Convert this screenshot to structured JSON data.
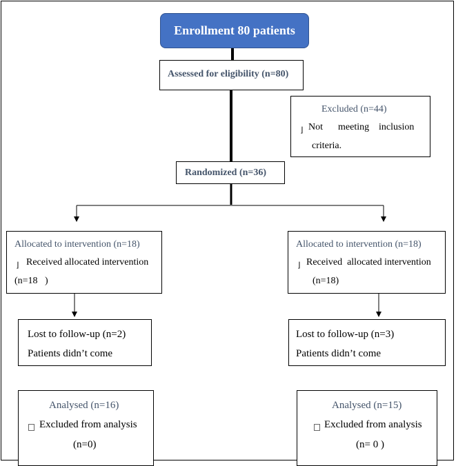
{
  "enrollment": {
    "label": "Enrollment 80 patients"
  },
  "assessed": {
    "label": "Assessed for eligibility (n=80)"
  },
  "excluded": {
    "title": "Excluded (n=44)",
    "line1_mark": "⌋",
    "line1_words": [
      "Not",
      "meeting",
      "inclusion"
    ],
    "line2": "criteria."
  },
  "randomized": {
    "label": "Randomized (n=36)"
  },
  "left_arm": {
    "allocated_title": "Allocated to intervention (n=18)",
    "received_mark": "⌋",
    "received_label": "Received allocated intervention",
    "received_count": "(n=18   )",
    "lost_label": "Lost to follow-up (n=2)",
    "lost_reason": "Patients didn’t come",
    "analysed_title": "Analysed (n=16)",
    "excluded_label": "Excluded from analysis",
    "excluded_count": "(n=0)"
  },
  "right_arm": {
    "allocated_title": "Allocated to intervention (n=18)",
    "received_mark": "⌋",
    "received_label": "Received  allocated intervention",
    "received_count": "(n=18)",
    "lost_label": "Lost to follow-up (n=3)",
    "lost_reason": "Patients didn’t come",
    "analysed_title": "Analysed (n=15)",
    "excluded_label": "Excluded from analysis",
    "excluded_count": "(n= 0 )"
  }
}
